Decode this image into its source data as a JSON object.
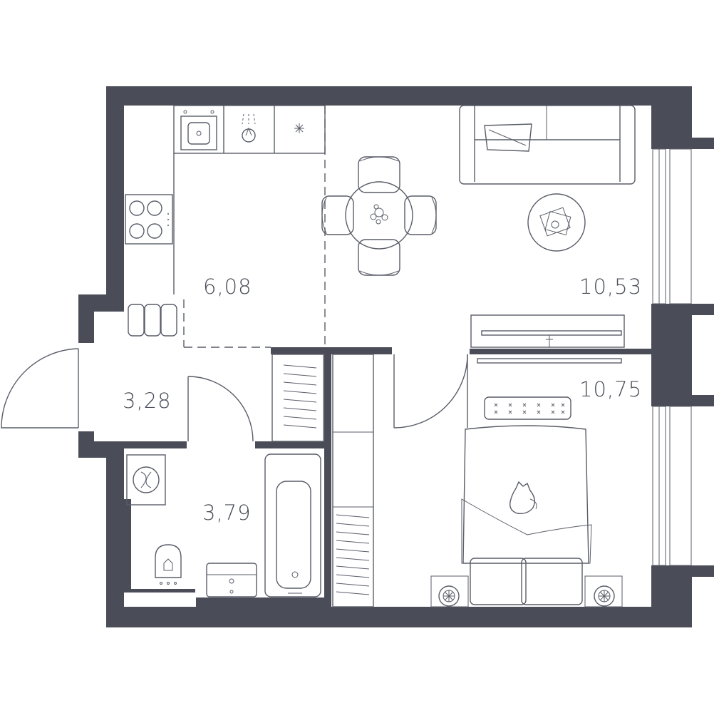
{
  "colors": {
    "wall": "#4a4d58",
    "line": "#5a5d68",
    "background": "#ffffff"
  },
  "rooms": [
    {
      "id": "kitchen",
      "area": "6,08"
    },
    {
      "id": "living-room",
      "area": "10,53"
    },
    {
      "id": "bedroom",
      "area": "10,75"
    },
    {
      "id": "hallway",
      "area": "3,28"
    },
    {
      "id": "bathroom",
      "area": "3,79"
    }
  ],
  "icons": [
    "sink-icon",
    "faucet-icon",
    "fridge-icon",
    "stove-icon",
    "dining-table-icon",
    "sofa-icon",
    "coffee-table-icon",
    "tv-icon",
    "bed-icon",
    "cat-icon",
    "washing-machine-icon",
    "toilet-icon",
    "bathtub-icon",
    "fan-icon"
  ]
}
